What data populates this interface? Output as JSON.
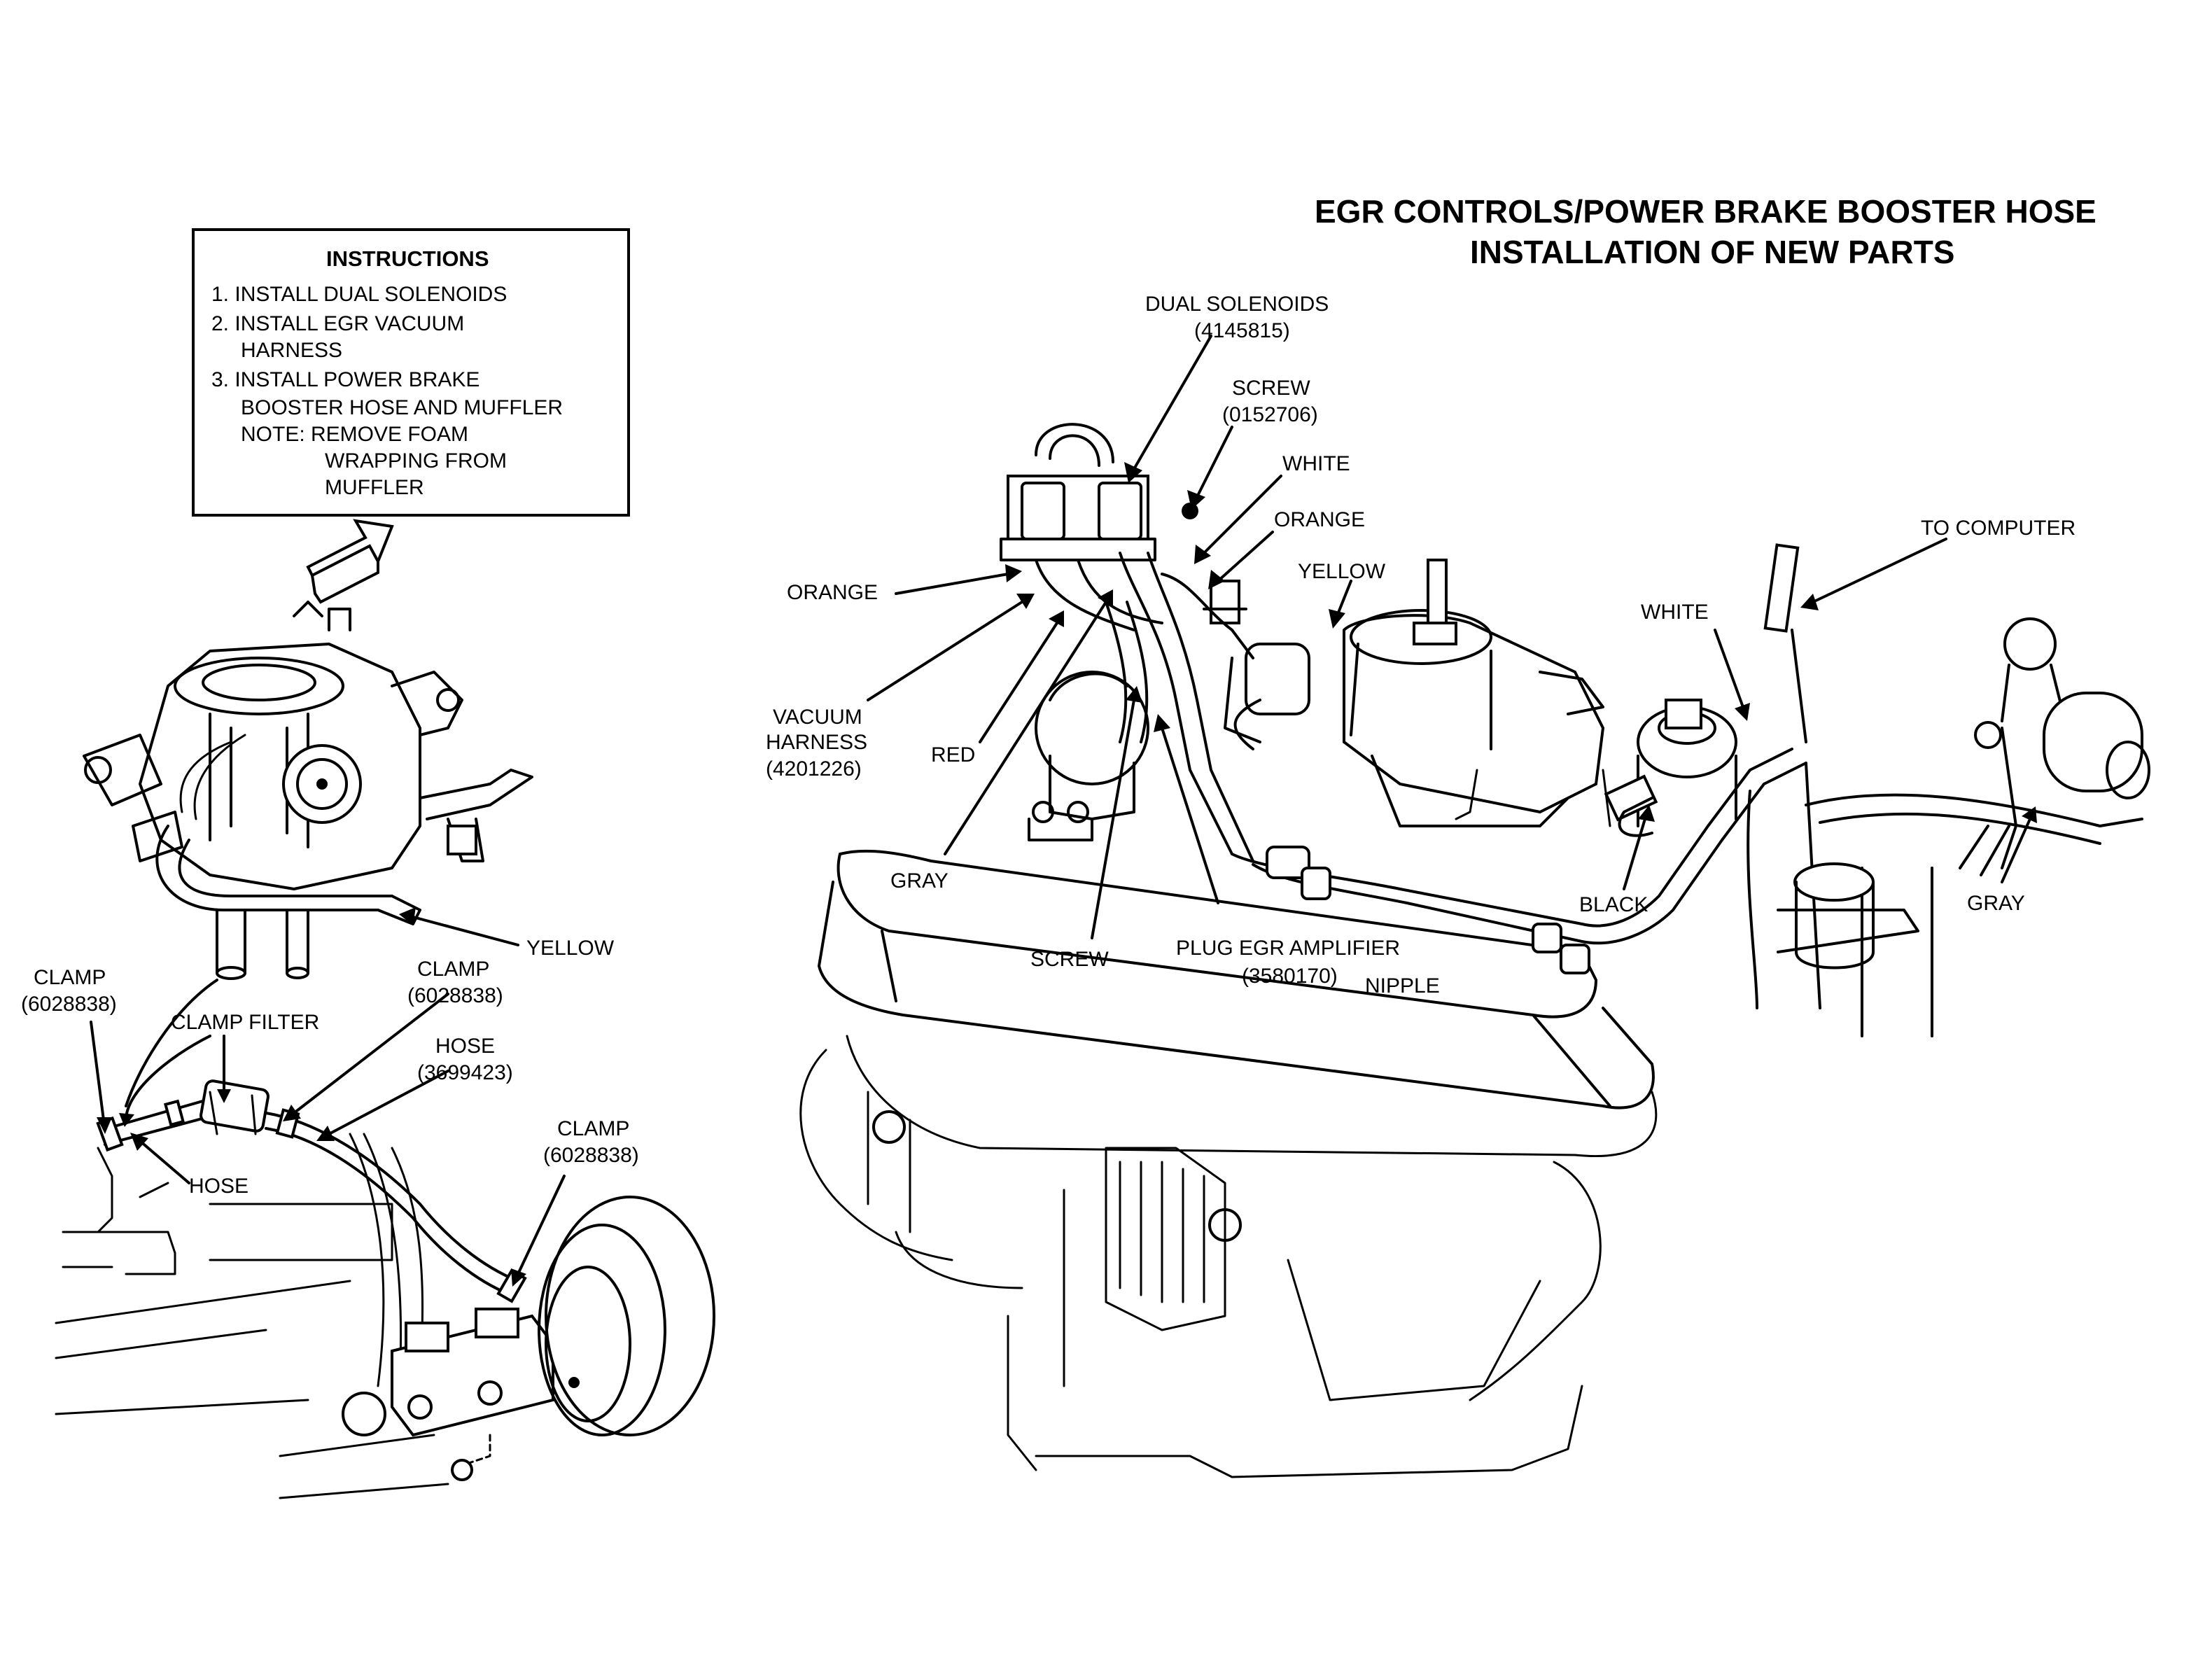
{
  "title": {
    "line1": "EGR CONTROLS/POWER BRAKE BOOSTER HOSE",
    "line2": "INSTALLATION OF NEW PARTS"
  },
  "instructions": {
    "heading": "INSTRUCTIONS",
    "lines": [
      "1. INSTALL DUAL SOLENOIDS",
      "2. INSTALL EGR VACUUM",
      "HARNESS",
      "3. INSTALL POWER BRAKE",
      "BOOSTER HOSE AND MUFFLER",
      "NOTE: REMOVE FOAM",
      "WRAPPING FROM",
      "MUFFLER"
    ]
  },
  "labels": {
    "dual_solenoids": "DUAL SOLENOIDS",
    "dual_solenoids_pn": "(4145815)",
    "screw_top": "SCREW",
    "screw_top_pn": "(0152706)",
    "white_top": "WHITE",
    "orange_right": "ORANGE",
    "yellow_right": "YELLOW",
    "orange_left": "ORANGE",
    "to_computer": "TO COMPUTER",
    "white_right": "WHITE",
    "vacuum_harness_1": "VACUUM",
    "vacuum_harness_2": "HARNESS",
    "vacuum_harness_pn": "(4201226)",
    "red": "RED",
    "gray_left": "GRAY",
    "gray_right": "GRAY",
    "black": "BLACK",
    "screw_bottom": "SCREW",
    "plug_egr": "PLUG EGR AMPLIFIER",
    "plug_egr_pn": "(3580170)",
    "nipple": "NIPPLE",
    "yellow_left": "YELLOW",
    "clamp_1": "CLAMP",
    "clamp_1_pn": "(6028838)",
    "clamp_2": "CLAMP",
    "clamp_2_pn": "(6028838)",
    "clamp_filter": "CLAMP FILTER",
    "hose_1": "HOSE",
    "hose_1_pn": "(3699423)",
    "hose_2": "HOSE",
    "clamp_3": "CLAMP",
    "clamp_3_pn": "(6028838)"
  }
}
